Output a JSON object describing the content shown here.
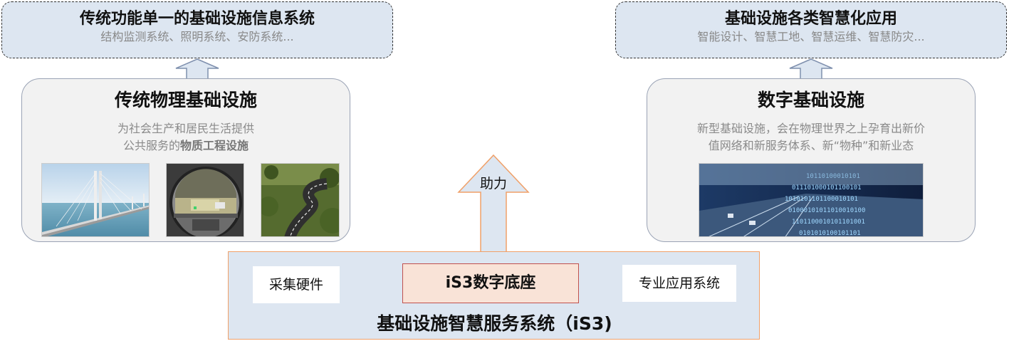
{
  "top_left": {
    "title": "传统功能单一的基础设施信息系统",
    "subtitle": "结构监测系统、照明系统、安防系统..."
  },
  "top_right": {
    "title": "基础设施各类智慧化应用",
    "subtitle": "智能设计、智慧工地、智慧运维、智慧防灾..."
  },
  "left_panel": {
    "title": "传统物理基础设施",
    "desc_line1": "为社会生产和居民生活提供",
    "desc_line2_plain": "公共服务的",
    "desc_line2_bold": "物质工程设施"
  },
  "right_panel": {
    "title": "数字基础设施",
    "desc_line1": "新型基础设施，会在物理世界之上孕育出新价",
    "desc_line2": "值网络和新服务体系、新“物种”和新业态"
  },
  "center_arrow": {
    "label": "助力"
  },
  "system": {
    "hardware": "采集硬件",
    "base": "iS3数字底座",
    "apps": "专业应用系统",
    "title": "基础设施智慧服务系统（iS3)"
  },
  "colors": {
    "light_blue": "#dde6f1",
    "panel_grey": "#f2f2f2",
    "orange_border": "#f0a068",
    "base_fill": "#f9e3d7",
    "base_border": "#c0504d",
    "arrow_fill": "#dde6f1",
    "arrow_stroke": "#7f90ae"
  }
}
